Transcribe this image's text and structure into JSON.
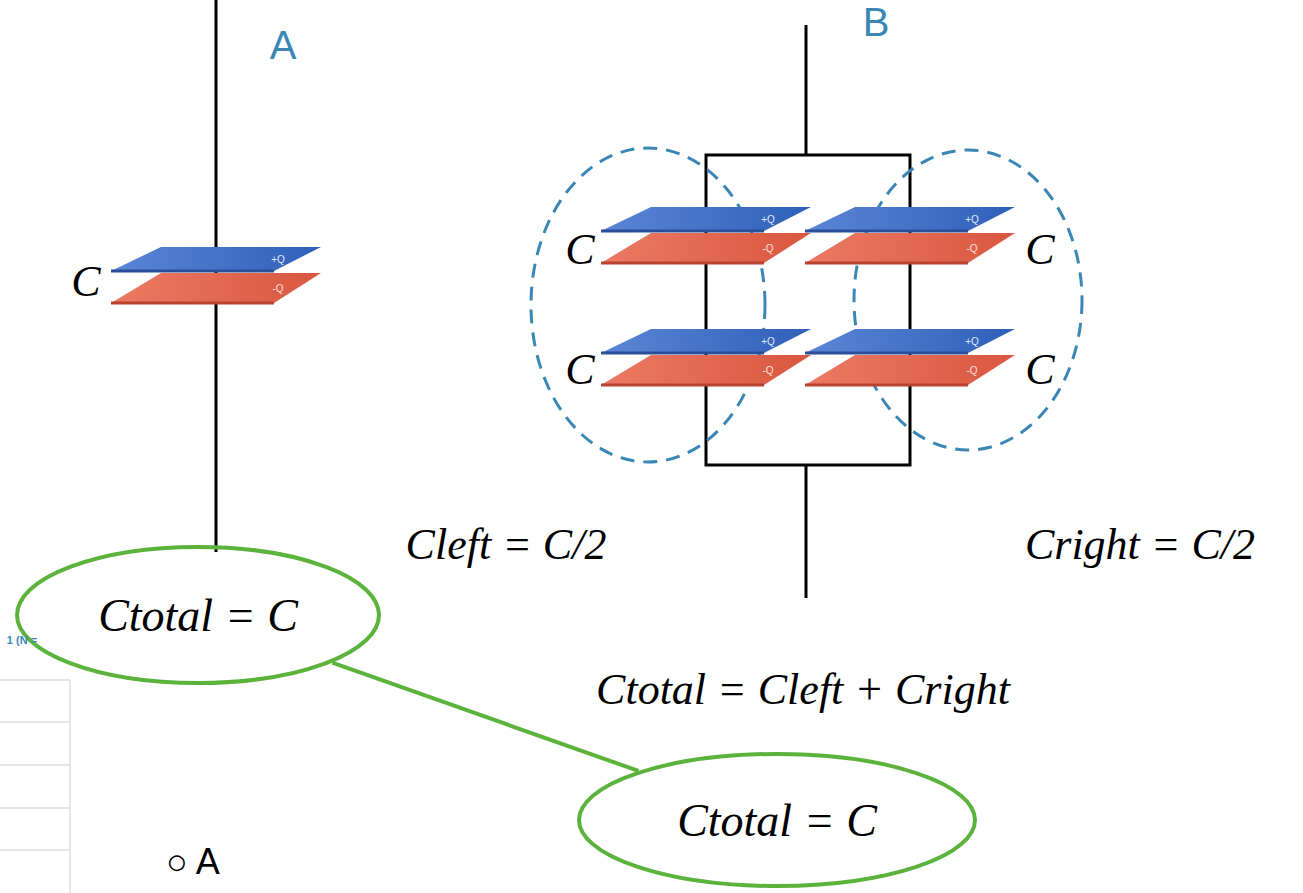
{
  "diagram": {
    "nodes": [
      {
        "text": [
          "Ctotal = C"
        ]
      },
      {
        "text": [
          "Ctotal = C"
        ]
      }
    ],
    "edges": [
      {
        "from": 0,
        "to": 1,
        "arrow": "none"
      }
    ],
    "labels": [
      "A",
      "B",
      "C",
      "C",
      "C",
      "C",
      "C",
      "Cleft = C/2",
      "Cright = C/2",
      "Ctotal = Cleft + Cright",
      "○ A",
      "1 (N =",
      "+Q",
      "-Q",
      "+Q",
      "-Q",
      "+Q",
      "-Q",
      "+Q",
      "-Q",
      "+Q",
      "-Q"
    ]
  }
}
